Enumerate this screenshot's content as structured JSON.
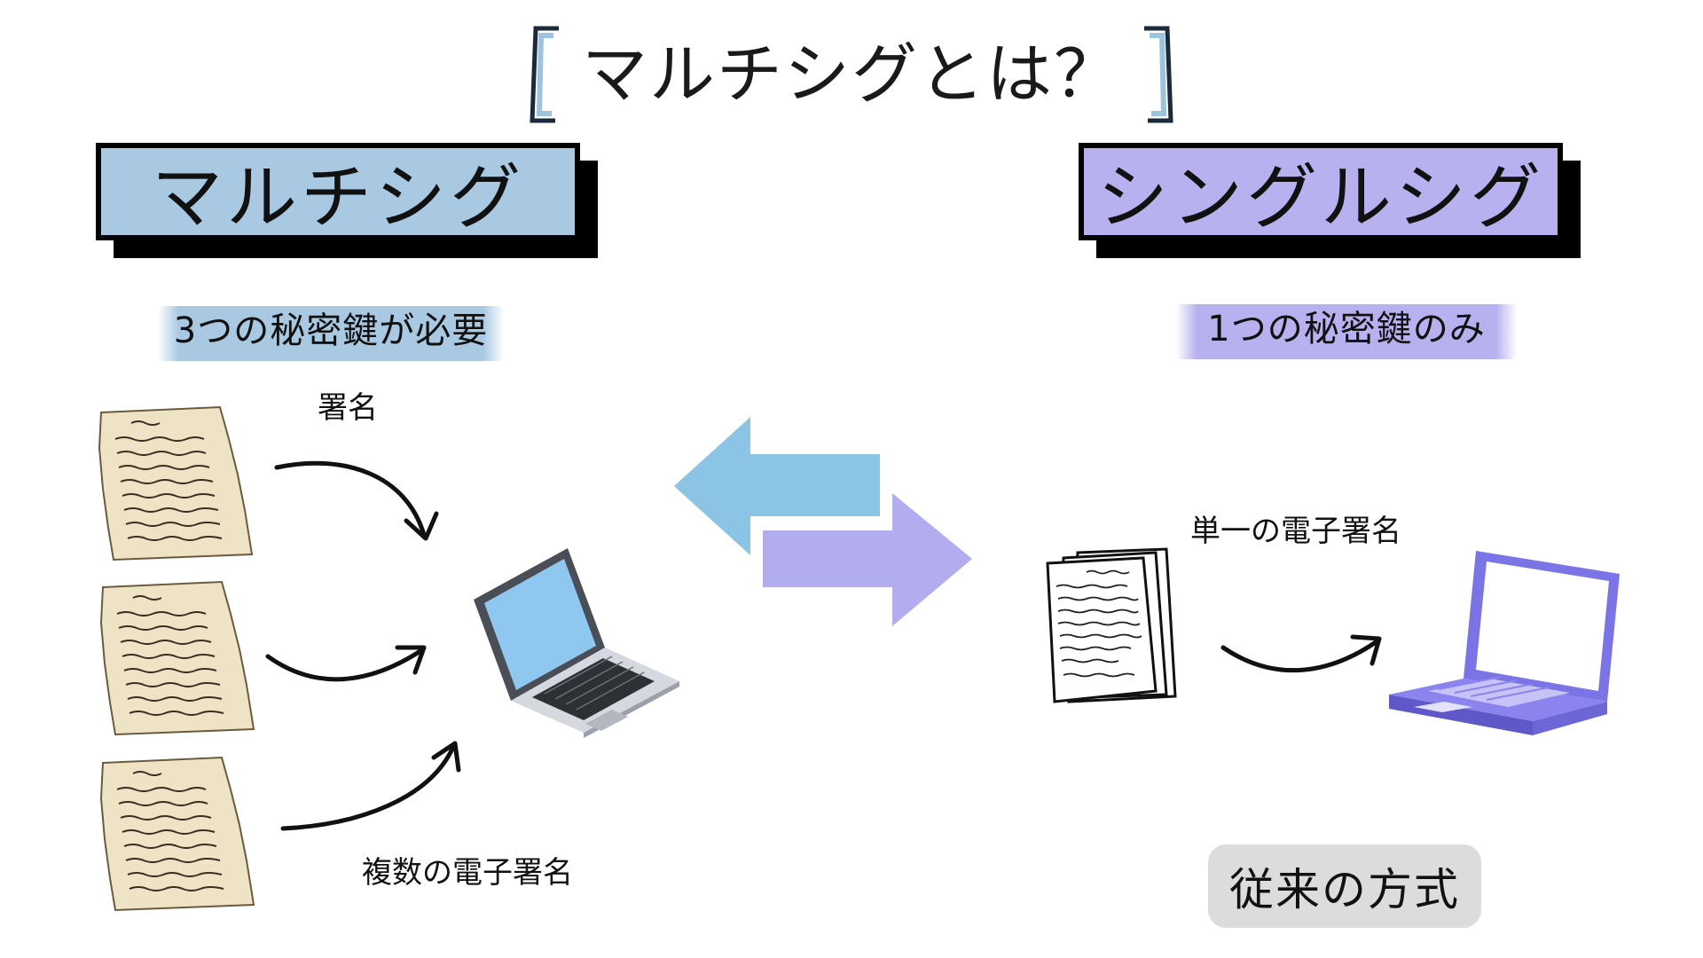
{
  "title": "マルチシグとは？",
  "multisig": {
    "header": "マルチシグ",
    "caption": "3つの秘密鍵が必要",
    "sign_label": "署名",
    "multi_sign_label": "複数の電子署名"
  },
  "singlesig": {
    "header": "シングルシグ",
    "caption": "1つの秘密鍵のみ",
    "sign_label": "単一の電子署名",
    "badge": "従来の方式"
  },
  "colors": {
    "multisig_accent": "#a9c9e2",
    "singlesig_accent": "#b7b2ef",
    "arrow_left": "#8cc4e6",
    "arrow_right": "#b1adee",
    "badge_bg": "#dcdcde"
  },
  "icons": [
    "bracket-left-icon",
    "bracket-right-icon",
    "document-icon",
    "laptop-icon",
    "curved-arrow-icon",
    "swap-arrows-icon"
  ]
}
